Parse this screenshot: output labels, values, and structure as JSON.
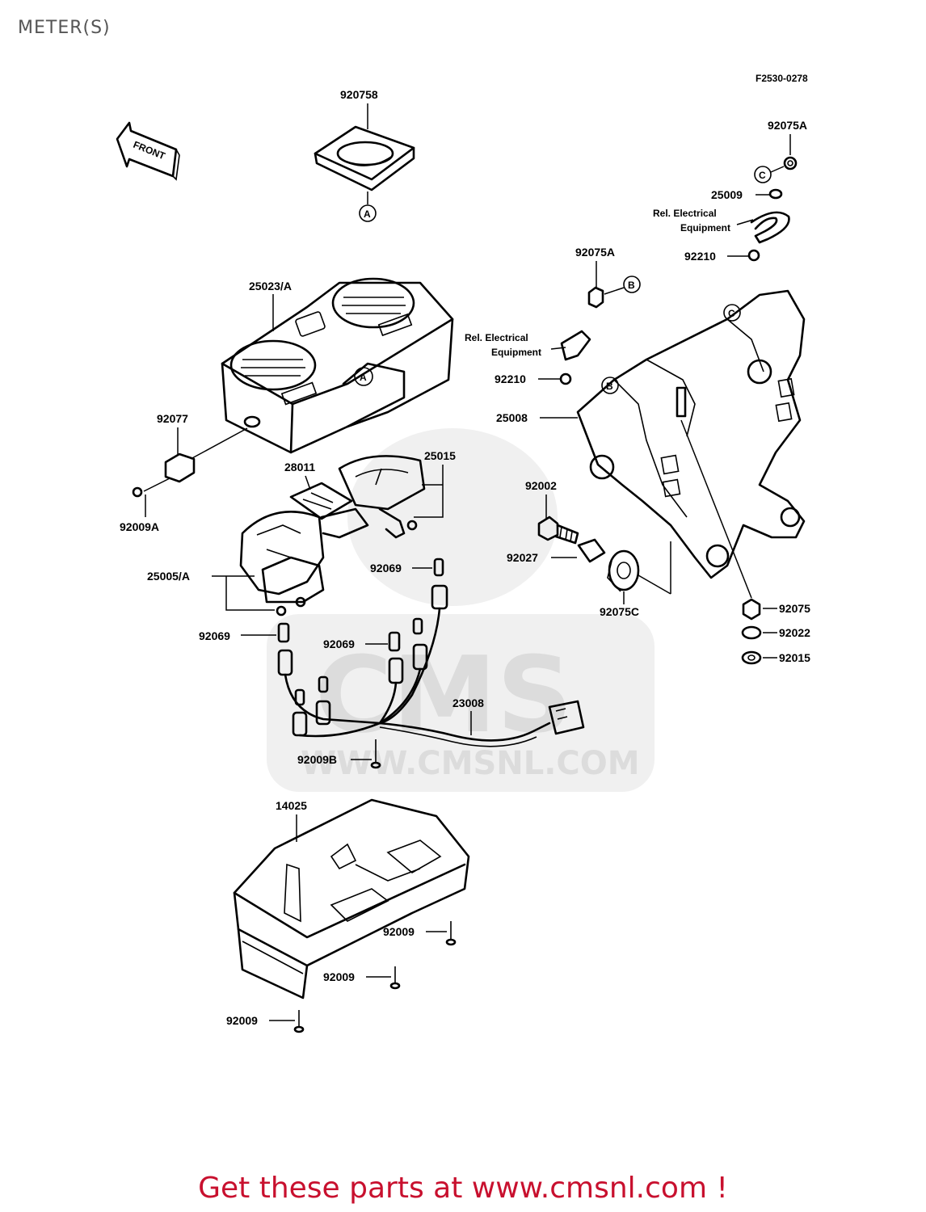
{
  "page": {
    "title": "METER(S)",
    "footer": "Get these parts at www.cmsnl.com !",
    "figure_code": "F2530-0278",
    "front_label": "FRONT"
  },
  "watermark": {
    "logo": "CMS",
    "url": "WWW.CMSNL.COM"
  },
  "callouts": {
    "a": "A",
    "b": "B",
    "c": "C"
  },
  "parts": {
    "p920758": "920758",
    "p92075A_top": "92075A",
    "p25009": "25009",
    "rel_elec_1a": "Rel. Electrical",
    "rel_elec_1b": "Equipment",
    "p92210_top": "92210",
    "p92075A_mid": "92075A",
    "p25023A": "25023/A",
    "rel_elec_2a": "Rel. Electrical",
    "rel_elec_2b": "Equipment",
    "p92210_mid": "92210",
    "p25008": "25008",
    "p92077": "92077",
    "p28011": "28011",
    "p25015": "25015",
    "p92009A": "92009A",
    "p92002": "92002",
    "p92027": "92027",
    "p92075C": "92075C",
    "p25005A": "25005/A",
    "p92069_a": "92069",
    "p92069_b": "92069",
    "p92069_c": "92069",
    "p92075": "92075",
    "p92022": "92022",
    "p92015": "92015",
    "p23008": "23008",
    "p92009B": "92009B",
    "p14025": "14025",
    "p92009_a": "92009",
    "p92009_b": "92009",
    "p92009_c": "92009"
  }
}
